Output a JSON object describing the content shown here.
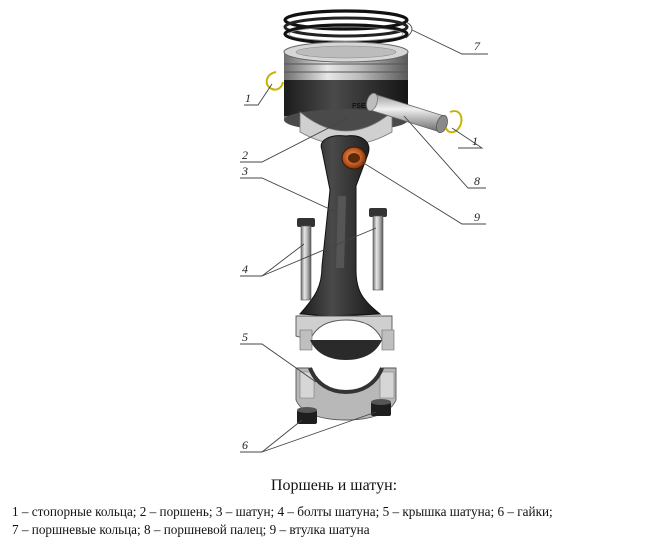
{
  "caption": {
    "title": "Поршень и шатун:",
    "legend_line1": "1 – стопорные кольца; 2 – поршень; 3 – шатун; 4 – болты шатуна; 5 – крышка шатуна; 6 – гайки;",
    "legend_line2": "7 – поршневые кольца; 8 – поршневой палец; 9 – втулка шатуна"
  },
  "callouts": {
    "label_1_left": "1",
    "label_1_right": "1",
    "label_2": "2",
    "label_3": "3",
    "label_4": "4",
    "label_5": "5",
    "label_6": "6",
    "label_7": "7",
    "label_8": "8",
    "label_9": "9"
  },
  "piston_marking": "FSENK"
}
